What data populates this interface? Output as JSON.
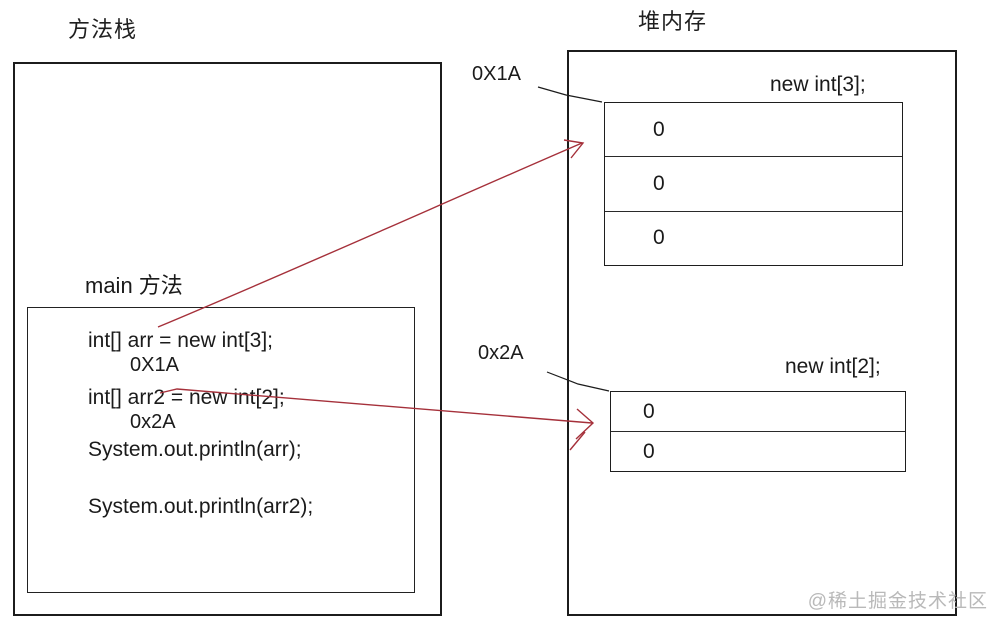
{
  "stack": {
    "title": "方法栈",
    "main_label": "main 方法",
    "code": {
      "line1": "int[] arr = new int[3];",
      "addr1": "0X1A",
      "line2": "int[] arr2 = new int[2];",
      "addr2": "0x2A",
      "line3": "System.out.println(arr);",
      "line4": "System.out.println(arr2);"
    }
  },
  "heap": {
    "title": "堆内存",
    "array1": {
      "address": "0X1A",
      "label": "new int[3];",
      "cells": [
        "0",
        "0",
        "0"
      ]
    },
    "array2": {
      "address": "0x2A",
      "label": "new int[2];",
      "cells": [
        "0",
        "0"
      ]
    }
  },
  "watermark": "@稀土掘金技术社区",
  "colors": {
    "arrow_red": "#a5303a",
    "pointer_black": "#1c1c1c",
    "watermark_gray": "#b9b9b9"
  }
}
